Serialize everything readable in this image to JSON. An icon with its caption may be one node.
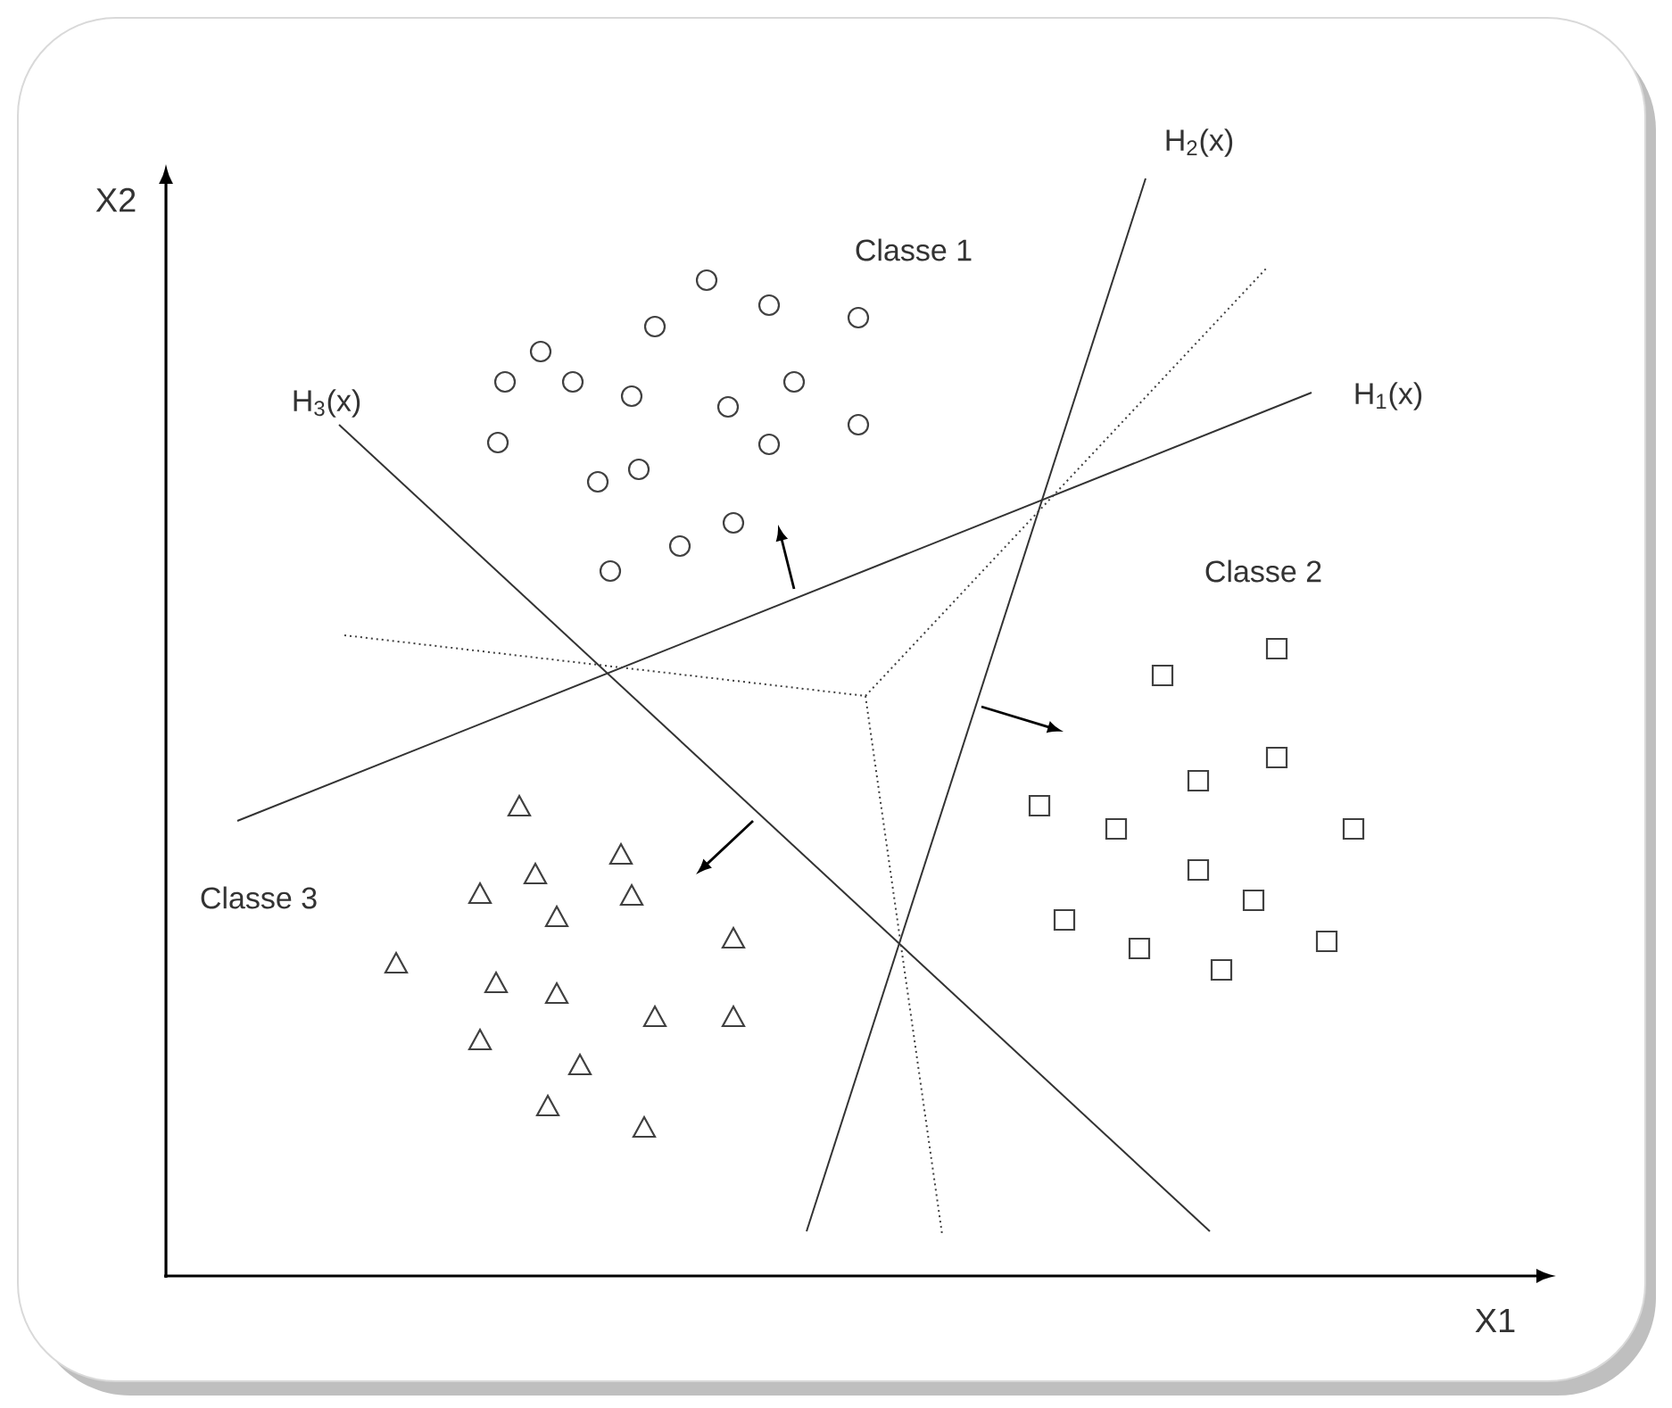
{
  "diagram": {
    "labels": [
      "X2",
      "H$_{2}$(x)",
      "Classe 1",
      "H$_{3}$(x)",
      "H$_{1}$(x)",
      "Classe 2",
      "Classe 3",
      "X1"
    ]
  }
}
